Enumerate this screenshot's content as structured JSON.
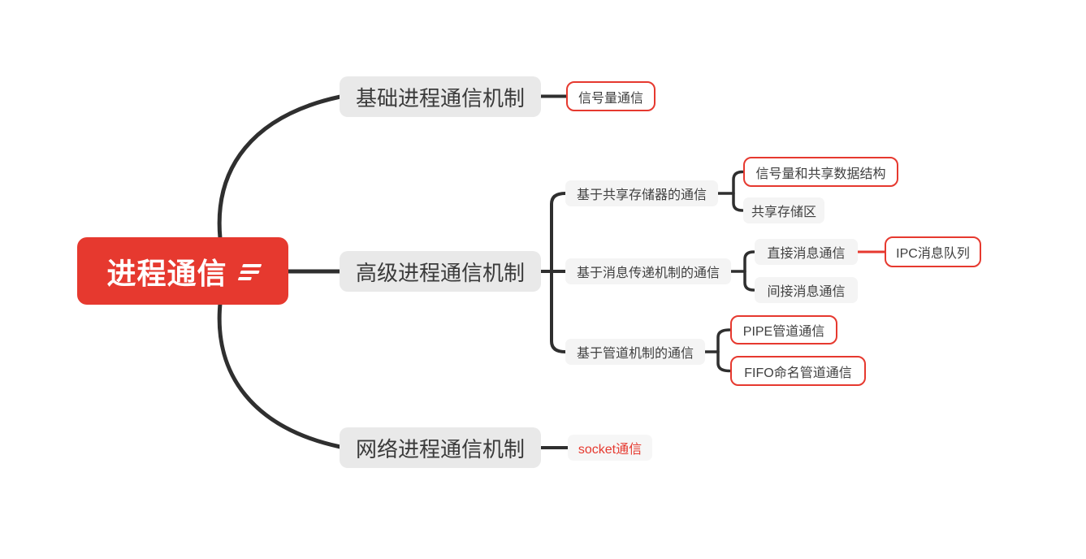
{
  "canvas": {
    "background": "#ffffff"
  },
  "colors": {
    "accent_red": "#e6392f",
    "edge_dark": "#2f2f2f",
    "edge_red": "#e6392f",
    "level1_node_bg": "#e9e9e9",
    "small_node_bg": "#f4f4f4",
    "text_dark": "#3a3a3a",
    "root_text": "#ffffff"
  },
  "mindmap": {
    "root": {
      "label": "进程通信",
      "icon": "notes-icon"
    },
    "branches": [
      {
        "label": "基础进程通信机制",
        "children": [
          {
            "label": "信号量通信",
            "style": "red-outline"
          }
        ]
      },
      {
        "label": "高级进程通信机制",
        "children": [
          {
            "label": "基于共享存储器的通信",
            "children": [
              {
                "label": "信号量和共享数据结构",
                "style": "red-outline"
              },
              {
                "label": "共享存储区",
                "style": "gray"
              }
            ]
          },
          {
            "label": "基于消息传递机制的通信",
            "children": [
              {
                "label": "直接消息通信",
                "style": "gray",
                "children": [
                  {
                    "label": "IPC消息队列",
                    "style": "red-outline",
                    "link_color": "#e6392f"
                  }
                ]
              },
              {
                "label": "间接消息通信",
                "style": "gray"
              }
            ]
          },
          {
            "label": "基于管道机制的通信",
            "children": [
              {
                "label": "PIPE管道通信",
                "style": "red-outline"
              },
              {
                "label": "FIFO命名管道通信",
                "style": "red-outline"
              }
            ]
          }
        ]
      },
      {
        "label": "网络进程通信机制",
        "children": [
          {
            "label": "socket通信",
            "style": "red-text"
          }
        ]
      }
    ]
  }
}
